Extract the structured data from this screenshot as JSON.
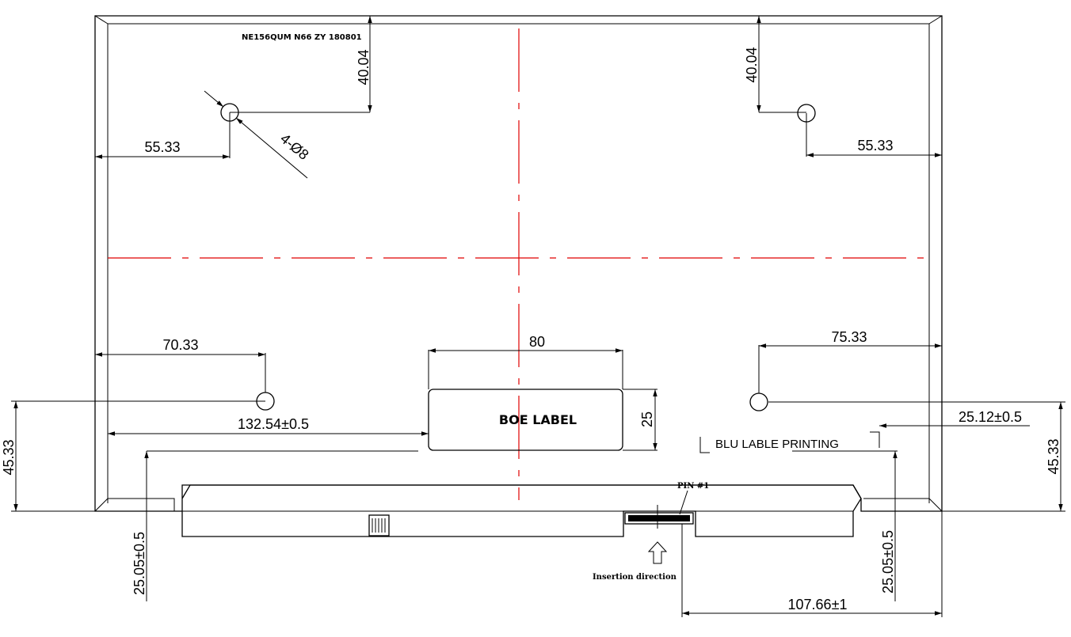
{
  "drawing": {
    "model_text": "NE156QUM  N66  ZY  180801",
    "hole_spec": "4-Ø8",
    "boe_label": "BOE LABEL",
    "blu_label": "BLU  LABLE   PRINTING",
    "pin_label": "PIN #1",
    "insertion_label": "Insertion direction",
    "dimensions": {
      "top_left_vertical": "40.04",
      "top_right_vertical": "40.04",
      "top_left_horizontal": "55.33",
      "top_right_horizontal": "55.33",
      "bottom_left_horizontal": "70.33",
      "bottom_right_horizontal": "75.33",
      "label_width": "80",
      "label_height": "25",
      "label_offset": "132.54±0.5",
      "left_height": "45.33",
      "right_height": "45.33",
      "blu_offset": "25.12±0.5",
      "left_bottom": "25.05±0.5",
      "right_bottom": "25.05±0.5",
      "connector_offset": "107.66±1"
    }
  }
}
